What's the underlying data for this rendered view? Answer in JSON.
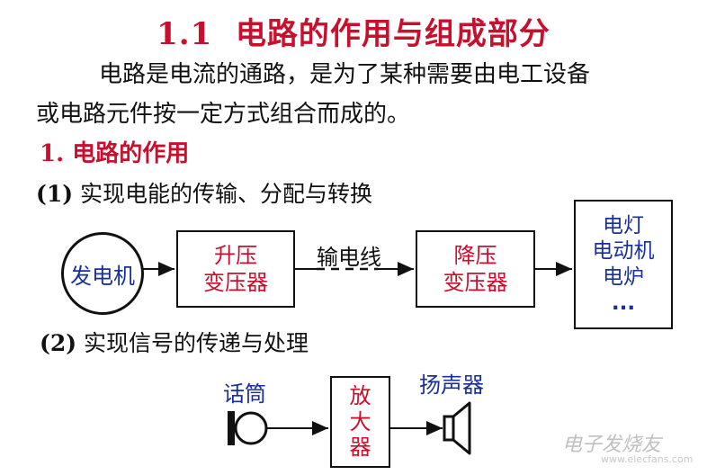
{
  "heading": {
    "number": "1.1",
    "text": "电路的作用与组成部分"
  },
  "intro": {
    "line1": "电路是电流的通路，是为了某种需要由电工设备",
    "line2": "或电路元件按一定方式组合而成的。"
  },
  "section1": {
    "label": "1. 电路的作用"
  },
  "function1": {
    "number": "(1)",
    "text": "实现电能的传输、分配与转换"
  },
  "power_diagram": {
    "generator": "发电机",
    "step_up": [
      "升压",
      "变压器"
    ],
    "line_label": "输电线",
    "step_down": [
      "降压",
      "变压器"
    ],
    "loads": [
      "电灯",
      "电动机",
      "电炉",
      "..."
    ]
  },
  "function2": {
    "number": "(2)",
    "text": "实现信号的传递与处理"
  },
  "signal_diagram": {
    "microphone_label": "话筒",
    "amplifier": [
      "放",
      "大",
      "器"
    ],
    "speaker_label": "扬声器"
  },
  "watermark": {
    "text": "电子发烧友",
    "url": "www.elecfans.com"
  }
}
